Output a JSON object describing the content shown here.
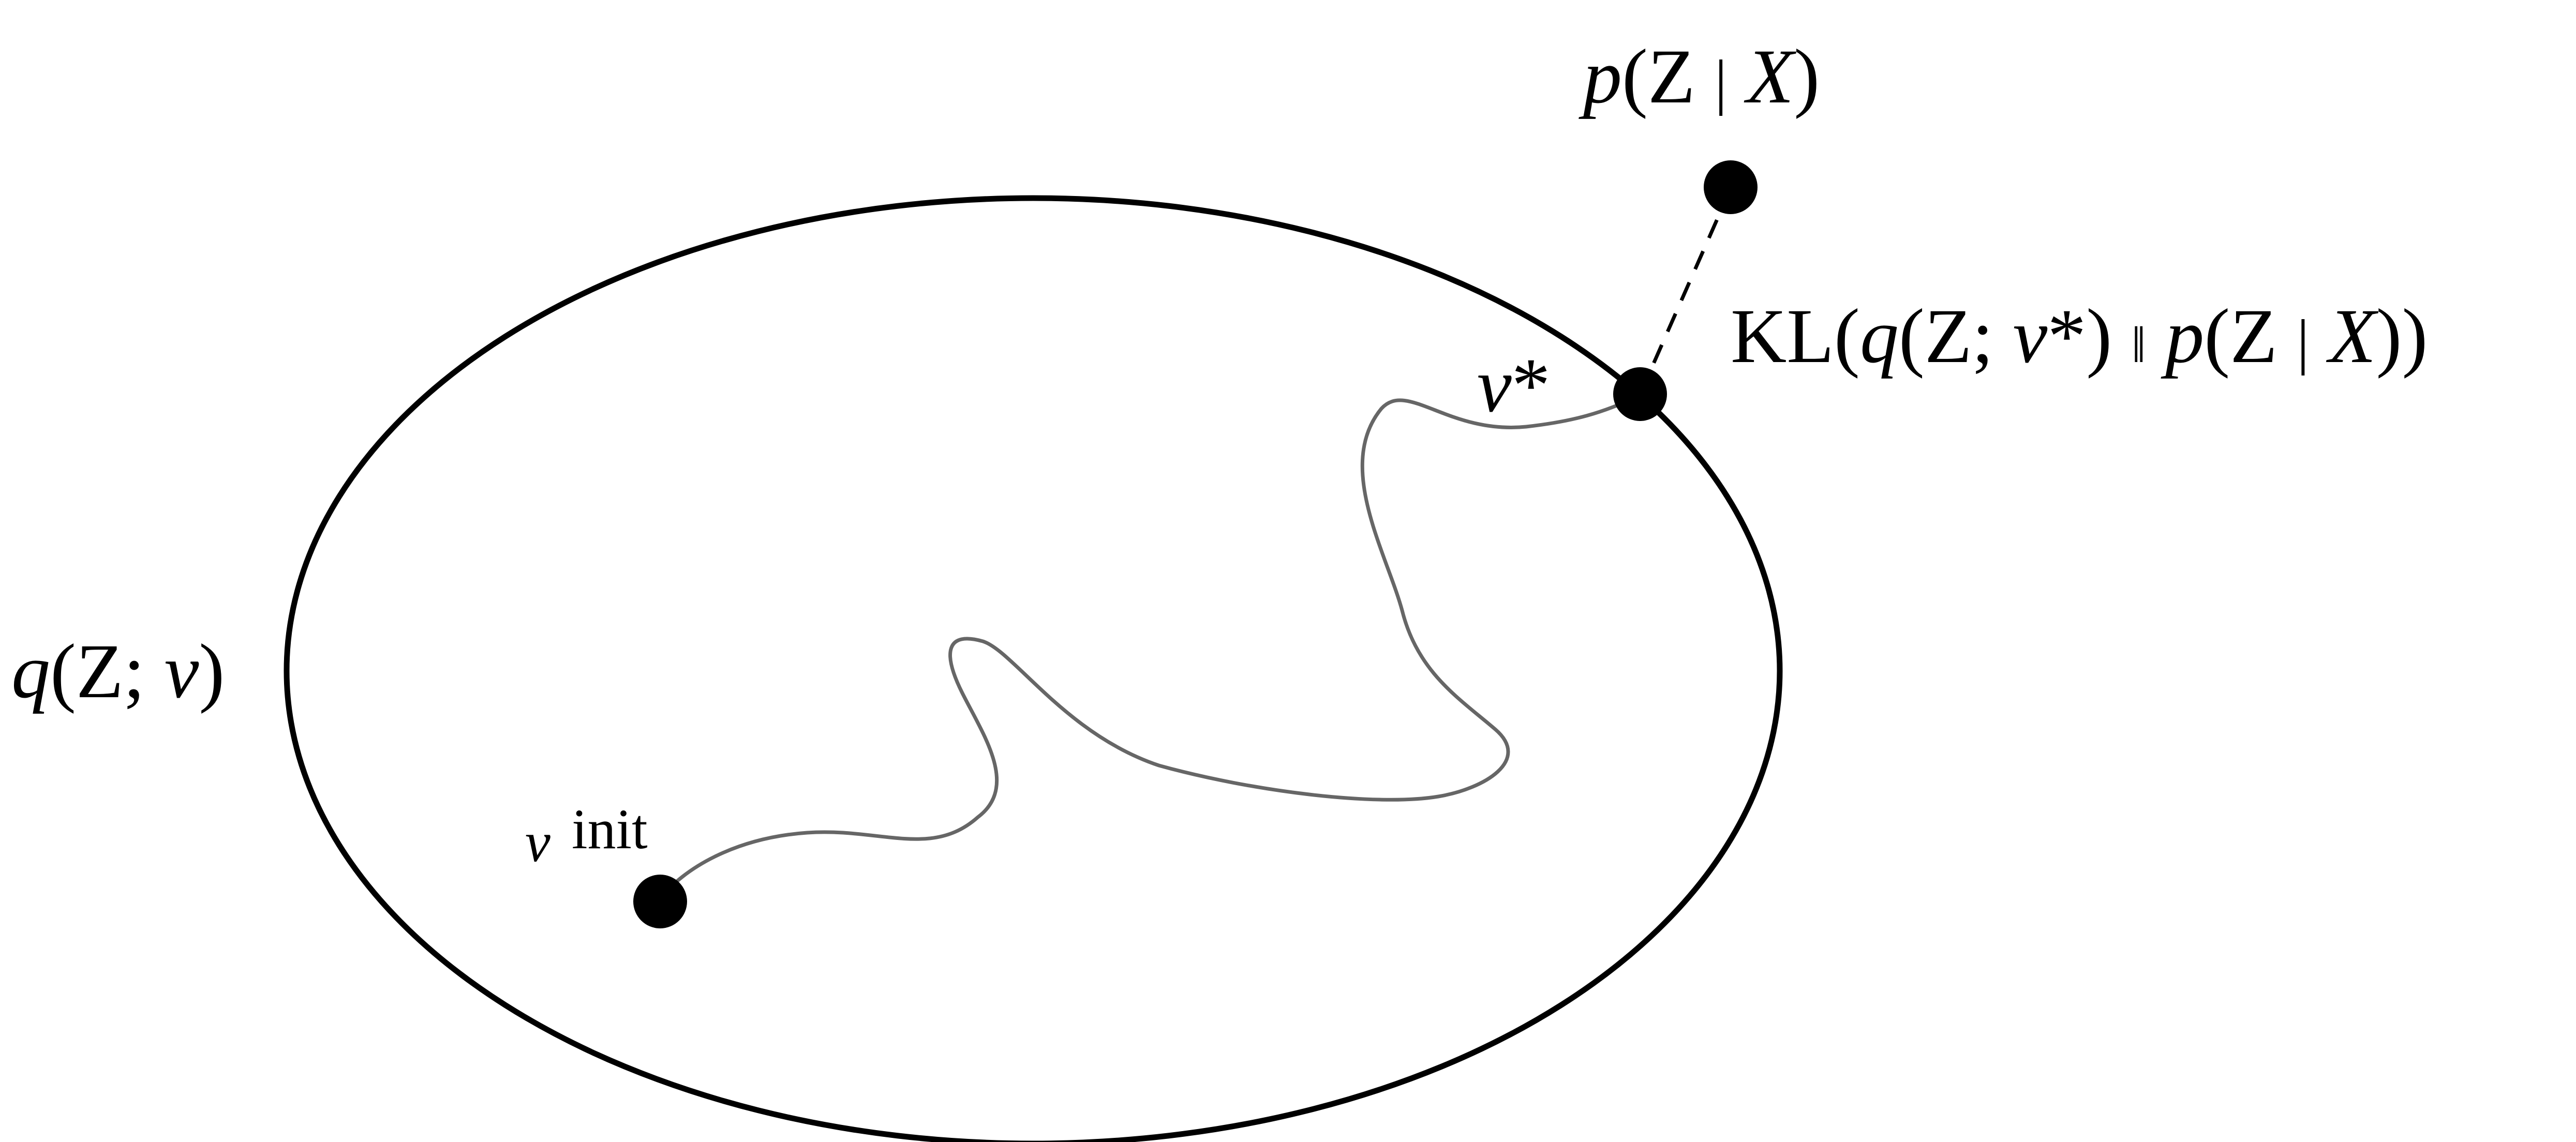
{
  "labels": {
    "posterior": {
      "p": "p",
      "open": "(Z ",
      "bar": "|",
      "space": " ",
      "x": "X",
      "close": ")"
    },
    "kl": {
      "kl": "KL(",
      "q": "q",
      "open": "(Z; ",
      "nu": "ν",
      "star": "*",
      "mid": ") ",
      "dbar": "‖",
      "space": " ",
      "p": "p",
      "open2": "(Z ",
      "bar": "|",
      "space2": " ",
      "x": "X",
      "close": "))"
    },
    "family": {
      "q": "q",
      "open": "(Z; ",
      "nu": "ν",
      "close": ")"
    },
    "optimum": {
      "nu": "ν",
      "star": "*"
    },
    "init": {
      "nu": "ν",
      "text": "init"
    }
  },
  "colors": {
    "ellipse": "#000000",
    "path": "#666666",
    "dots": "#000000",
    "dashed": "#000000"
  }
}
